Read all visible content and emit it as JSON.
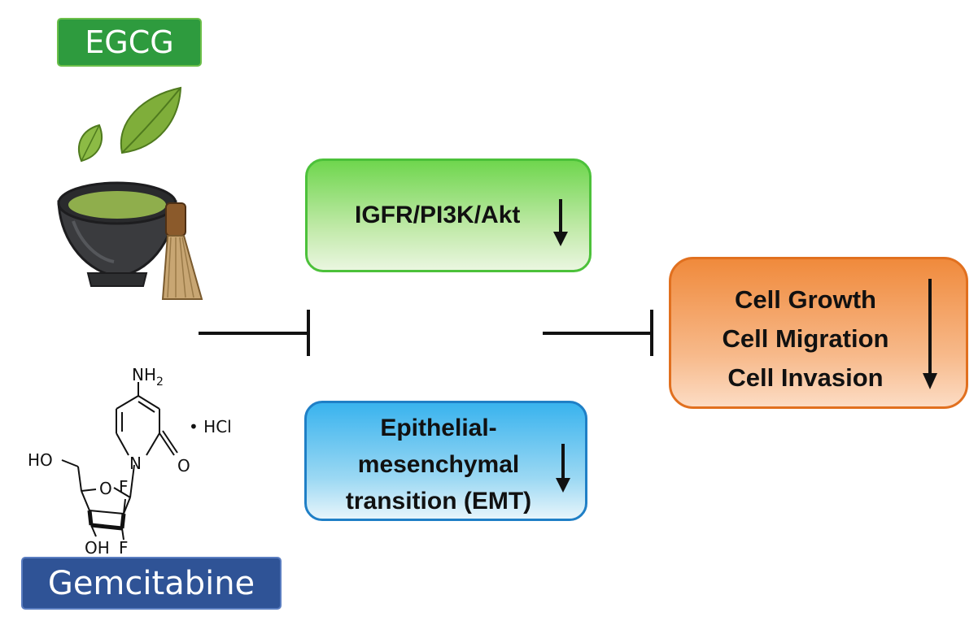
{
  "drugs": {
    "egcg_label": "EGCG",
    "gemcitabine_label": "Gemcitabine"
  },
  "chem": {
    "nh2_n": "NH",
    "nh2_sub": "2",
    "hcl": "• HCl",
    "o_carbonyl": "O",
    "n_ring": "N",
    "ho": "HO",
    "o_ring": "O",
    "f_top": "F",
    "oh": "OH",
    "f_bottom": "F"
  },
  "pathways": {
    "igfr": "IGFR/PI3K/Akt",
    "emt_line1": "Epithelial-",
    "emt_line2": "mesenchymal",
    "emt_line3": "transition (EMT)"
  },
  "outcomes": {
    "line1": "Cell Growth",
    "line2": "Cell Migration",
    "line3": "Cell Invasion"
  },
  "colors": {
    "egcg_green": "#2e9b3e",
    "gemcitabine_blue": "#2f5396",
    "igfr_green": "#6fd64e",
    "emt_blue": "#39b3ee",
    "outcome_orange": "#f08a3c"
  }
}
